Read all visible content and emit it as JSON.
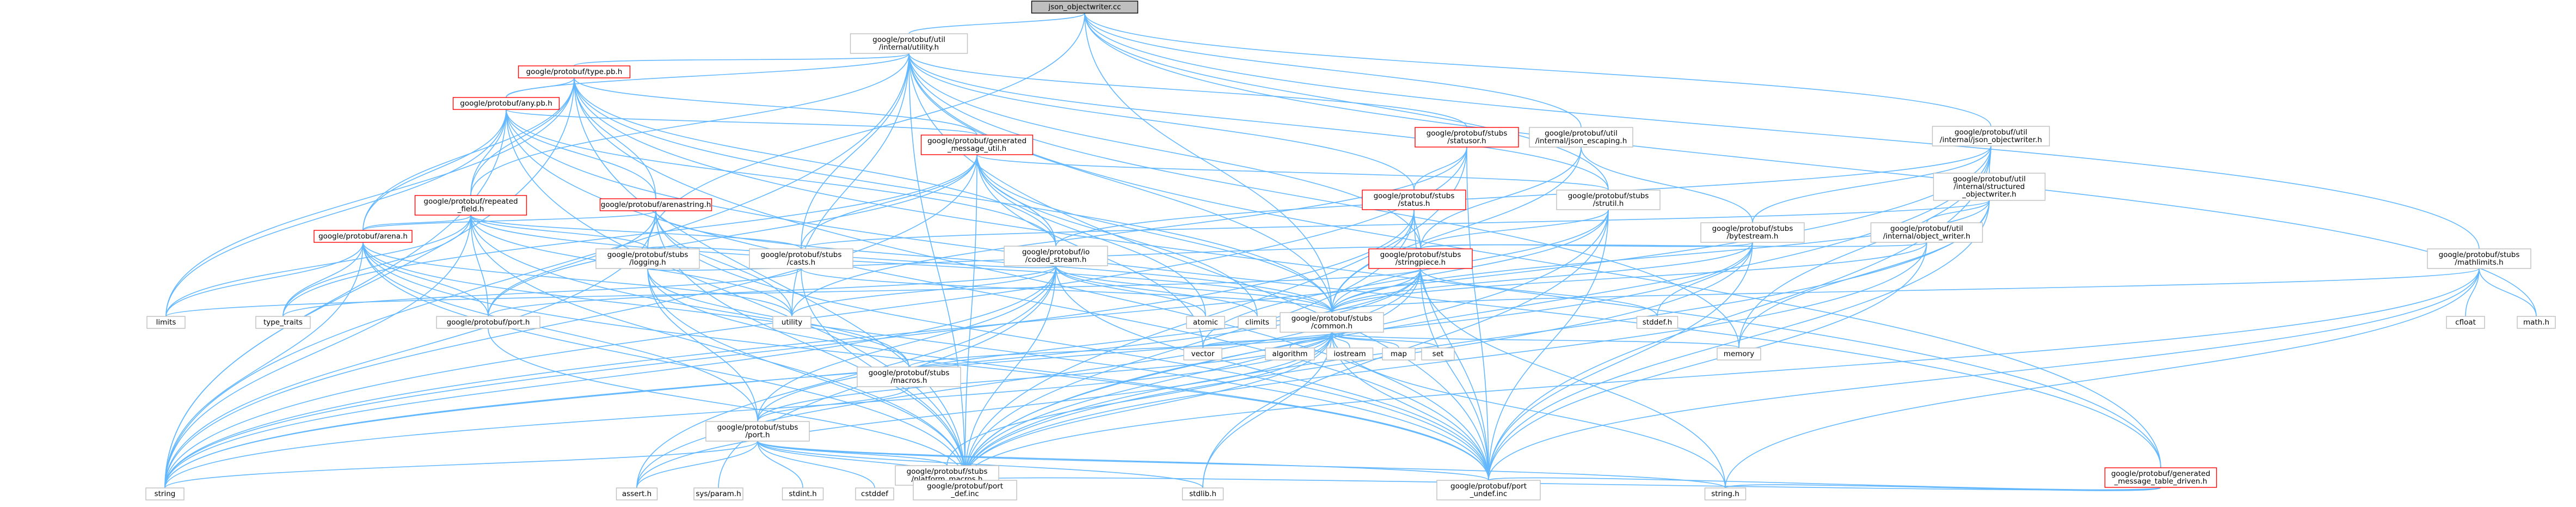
{
  "graph": {
    "nodes": [
      {
        "id": "root",
        "lines": [
          "json_objectwriter.cc"
        ],
        "style": "root"
      },
      {
        "id": "util_utility",
        "lines": [
          "google/protobuf/util",
          "/internal/utility.h"
        ]
      },
      {
        "id": "type_pb",
        "lines": [
          "google/protobuf/type.pb.h"
        ],
        "style": "red"
      },
      {
        "id": "any_pb",
        "lines": [
          "google/protobuf/any.pb.h"
        ],
        "style": "red"
      },
      {
        "id": "gmu",
        "lines": [
          "google/protobuf/generated",
          "_message_util.h"
        ],
        "style": "red"
      },
      {
        "id": "statusor",
        "lines": [
          "google/protobuf/stubs",
          "/statusor.h"
        ],
        "style": "red"
      },
      {
        "id": "json_escaping",
        "lines": [
          "google/protobuf/util",
          "/internal/json_escaping.h"
        ]
      },
      {
        "id": "json_objectwriter",
        "lines": [
          "google/protobuf/util",
          "/internal/json_objectwriter.h"
        ]
      },
      {
        "id": "structured_ow",
        "lines": [
          "google/protobuf/util",
          "/internal/structured",
          "_objectwriter.h"
        ]
      },
      {
        "id": "object_writer",
        "lines": [
          "google/protobuf/util",
          "/internal/object_writer.h"
        ]
      },
      {
        "id": "repeated_field",
        "lines": [
          "google/protobuf/repeated",
          "_field.h"
        ],
        "style": "red"
      },
      {
        "id": "arenastring",
        "lines": [
          "google/protobuf/arenastring.h"
        ],
        "style": "red"
      },
      {
        "id": "status",
        "lines": [
          "google/protobuf/stubs",
          "/status.h"
        ],
        "style": "red"
      },
      {
        "id": "strutil",
        "lines": [
          "google/protobuf/stubs",
          "/strutil.h"
        ]
      },
      {
        "id": "bytestream",
        "lines": [
          "google/protobuf/stubs",
          "/bytestream.h"
        ]
      },
      {
        "id": "arena",
        "lines": [
          "google/protobuf/arena.h"
        ],
        "style": "red"
      },
      {
        "id": "logging",
        "lines": [
          "google/protobuf/stubs",
          "/logging.h"
        ]
      },
      {
        "id": "casts",
        "lines": [
          "google/protobuf/stubs",
          "/casts.h"
        ]
      },
      {
        "id": "coded_stream",
        "lines": [
          "google/protobuf/io",
          "/coded_stream.h"
        ]
      },
      {
        "id": "stringpiece",
        "lines": [
          "google/protobuf/stubs",
          "/stringpiece.h"
        ],
        "style": "red"
      },
      {
        "id": "mathlimits",
        "lines": [
          "google/protobuf/stubs",
          "/mathlimits.h"
        ]
      },
      {
        "id": "common",
        "lines": [
          "google/protobuf/stubs",
          "/common.h"
        ]
      },
      {
        "id": "macros",
        "lines": [
          "google/protobuf/stubs",
          "/macros.h"
        ]
      },
      {
        "id": "port_h",
        "lines": [
          "google/protobuf/port.h"
        ]
      },
      {
        "id": "stubs_port",
        "lines": [
          "google/protobuf/stubs",
          "/port.h"
        ]
      },
      {
        "id": "platform_macros",
        "lines": [
          "google/protobuf/stubs",
          "/platform_macros.h"
        ]
      },
      {
        "id": "port_def",
        "lines": [
          "google/protobuf/port",
          "_def.inc"
        ]
      },
      {
        "id": "port_undef",
        "lines": [
          "google/protobuf/port",
          "_undef.inc"
        ]
      },
      {
        "id": "gmtd",
        "lines": [
          "google/protobuf/generated",
          "_message_table_driven.h"
        ],
        "style": "red"
      },
      {
        "id": "limits",
        "lines": [
          "limits"
        ]
      },
      {
        "id": "type_traits",
        "lines": [
          "type_traits"
        ]
      },
      {
        "id": "string",
        "lines": [
          "string"
        ]
      },
      {
        "id": "utility",
        "lines": [
          "utility"
        ]
      },
      {
        "id": "atomic",
        "lines": [
          "atomic"
        ]
      },
      {
        "id": "climits",
        "lines": [
          "climits"
        ]
      },
      {
        "id": "vector",
        "lines": [
          "vector"
        ]
      },
      {
        "id": "algorithm",
        "lines": [
          "algorithm"
        ]
      },
      {
        "id": "iostream",
        "lines": [
          "iostream"
        ]
      },
      {
        "id": "map",
        "lines": [
          "map"
        ]
      },
      {
        "id": "set",
        "lines": [
          "set"
        ]
      },
      {
        "id": "memory",
        "lines": [
          "memory"
        ]
      },
      {
        "id": "cstddef_h",
        "lines": [
          "cstddef"
        ]
      },
      {
        "id": "stddef_h",
        "lines": [
          "stddef.h"
        ]
      },
      {
        "id": "cfloat",
        "lines": [
          "cfloat"
        ]
      },
      {
        "id": "math_h",
        "lines": [
          "math.h"
        ]
      },
      {
        "id": "assert_h",
        "lines": [
          "assert.h"
        ]
      },
      {
        "id": "sys_param",
        "lines": [
          "sys/param.h"
        ]
      },
      {
        "id": "stdint_h",
        "lines": [
          "stdint.h"
        ]
      },
      {
        "id": "stdlib_h",
        "lines": [
          "stdlib.h"
        ]
      },
      {
        "id": "string_h",
        "lines": [
          "string.h"
        ]
      }
    ],
    "edges": [
      [
        "root",
        "util_utility"
      ],
      [
        "root",
        "json_escaping"
      ],
      [
        "root",
        "json_objectwriter"
      ],
      [
        "root",
        "strutil"
      ],
      [
        "root",
        "common"
      ],
      [
        "root",
        "mathlimits"
      ],
      [
        "root",
        "math_h"
      ],
      [
        "root",
        "logging"
      ],
      [
        "util_utility",
        "type_pb"
      ],
      [
        "util_utility",
        "any_pb"
      ],
      [
        "util_utility",
        "repeated_field"
      ],
      [
        "util_utility",
        "statusor"
      ],
      [
        "util_utility",
        "status"
      ],
      [
        "util_utility",
        "strutil"
      ],
      [
        "util_utility",
        "stringpiece"
      ],
      [
        "util_utility",
        "common"
      ],
      [
        "util_utility",
        "casts"
      ],
      [
        "util_utility",
        "gmtd"
      ],
      [
        "util_utility",
        "port_def"
      ],
      [
        "util_utility",
        "port_undef"
      ],
      [
        "util_utility",
        "string"
      ],
      [
        "util_utility",
        "utility"
      ],
      [
        "util_utility",
        "memory"
      ],
      [
        "type_pb",
        "any_pb"
      ],
      [
        "type_pb",
        "gmu"
      ],
      [
        "type_pb",
        "repeated_field"
      ],
      [
        "type_pb",
        "arenastring"
      ],
      [
        "type_pb",
        "arena"
      ],
      [
        "type_pb",
        "coded_stream"
      ],
      [
        "type_pb",
        "common"
      ],
      [
        "type_pb",
        "port_def"
      ],
      [
        "type_pb",
        "port_undef"
      ],
      [
        "type_pb",
        "string"
      ],
      [
        "type_pb",
        "limits"
      ],
      [
        "type_pb",
        "gmtd"
      ],
      [
        "any_pb",
        "gmu"
      ],
      [
        "any_pb",
        "repeated_field"
      ],
      [
        "any_pb",
        "arenastring"
      ],
      [
        "any_pb",
        "arena"
      ],
      [
        "any_pb",
        "coded_stream"
      ],
      [
        "any_pb",
        "port_def"
      ],
      [
        "any_pb",
        "port_undef"
      ],
      [
        "any_pb",
        "string"
      ],
      [
        "any_pb",
        "limits"
      ],
      [
        "any_pb",
        "gmtd"
      ],
      [
        "gmu",
        "casts"
      ],
      [
        "gmu",
        "common"
      ],
      [
        "gmu",
        "strutil"
      ],
      [
        "gmu",
        "coded_stream"
      ],
      [
        "gmu",
        "atomic"
      ],
      [
        "gmu",
        "climits"
      ],
      [
        "gmu",
        "string"
      ],
      [
        "gmu",
        "vector"
      ],
      [
        "gmu",
        "port_def"
      ],
      [
        "gmu",
        "type_traits"
      ],
      [
        "gmu",
        "port_h"
      ],
      [
        "statusor",
        "status"
      ],
      [
        "statusor",
        "port_def"
      ],
      [
        "statusor",
        "port_undef"
      ],
      [
        "statusor",
        "string"
      ],
      [
        "statusor",
        "utility"
      ],
      [
        "json_escaping",
        "common"
      ],
      [
        "json_escaping",
        "bytestream"
      ],
      [
        "json_escaping",
        "stringpiece"
      ],
      [
        "json_objectwriter",
        "structured_ow"
      ],
      [
        "json_objectwriter",
        "coded_stream"
      ],
      [
        "json_objectwriter",
        "port_def"
      ],
      [
        "json_objectwriter",
        "port_undef"
      ],
      [
        "json_objectwriter",
        "memory"
      ],
      [
        "json_objectwriter",
        "string"
      ],
      [
        "json_objectwriter",
        "bytestream"
      ],
      [
        "structured_ow",
        "object_writer"
      ],
      [
        "structured_ow",
        "common"
      ],
      [
        "structured_ow",
        "memory"
      ],
      [
        "structured_ow",
        "port_def"
      ],
      [
        "structured_ow",
        "port_undef"
      ],
      [
        "structured_ow",
        "casts"
      ],
      [
        "object_writer",
        "common"
      ],
      [
        "object_writer",
        "stringpiece"
      ],
      [
        "object_writer",
        "port_def"
      ],
      [
        "object_writer",
        "port_undef"
      ],
      [
        "repeated_field",
        "arena"
      ],
      [
        "repeated_field",
        "logging"
      ],
      [
        "repeated_field",
        "common"
      ],
      [
        "repeated_field",
        "port_def"
      ],
      [
        "repeated_field",
        "port_undef"
      ],
      [
        "repeated_field",
        "limits"
      ],
      [
        "repeated_field",
        "string"
      ],
      [
        "repeated_field",
        "type_traits"
      ],
      [
        "repeated_field",
        "utility"
      ],
      [
        "repeated_field",
        "casts"
      ],
      [
        "repeated_field",
        "port_h"
      ],
      [
        "arenastring",
        "arena"
      ],
      [
        "arenastring",
        "logging"
      ],
      [
        "arenastring",
        "common"
      ],
      [
        "arenastring",
        "port_def"
      ],
      [
        "arenastring",
        "port_undef"
      ],
      [
        "arenastring",
        "string"
      ],
      [
        "arenastring",
        "utility"
      ],
      [
        "arenastring",
        "port_h"
      ],
      [
        "status",
        "stringpiece"
      ],
      [
        "status",
        "common"
      ],
      [
        "status",
        "port_def"
      ],
      [
        "status",
        "port_undef"
      ],
      [
        "status",
        "string"
      ],
      [
        "strutil",
        "stringpiece"
      ],
      [
        "strutil",
        "common"
      ],
      [
        "strutil",
        "port_def"
      ],
      [
        "strutil",
        "port_undef"
      ],
      [
        "strutil",
        "vector"
      ],
      [
        "strutil",
        "stdlib_h"
      ],
      [
        "bytestream",
        "stringpiece"
      ],
      [
        "bytestream",
        "common"
      ],
      [
        "bytestream",
        "port_def"
      ],
      [
        "bytestream",
        "port_undef"
      ],
      [
        "bytestream",
        "stddef_h"
      ],
      [
        "bytestream",
        "string"
      ],
      [
        "arena",
        "port_h"
      ],
      [
        "arena",
        "stubs_port"
      ],
      [
        "arena",
        "port_def"
      ],
      [
        "arena",
        "port_undef"
      ],
      [
        "arena",
        "limits"
      ],
      [
        "arena",
        "type_traits"
      ],
      [
        "arena",
        "utility"
      ],
      [
        "arena",
        "string"
      ],
      [
        "arena",
        "macros"
      ],
      [
        "logging",
        "macros"
      ],
      [
        "logging",
        "stubs_port"
      ],
      [
        "logging",
        "port_def"
      ],
      [
        "logging",
        "port_undef"
      ],
      [
        "logging",
        "stringpiece"
      ],
      [
        "casts",
        "common"
      ],
      [
        "casts",
        "port_def"
      ],
      [
        "casts",
        "type_traits"
      ],
      [
        "coded_stream",
        "common"
      ],
      [
        "coded_stream",
        "atomic"
      ],
      [
        "coded_stream",
        "climits"
      ],
      [
        "coded_stream",
        "string"
      ],
      [
        "coded_stream",
        "utility"
      ],
      [
        "coded_stream",
        "port_def"
      ],
      [
        "coded_stream",
        "port_undef"
      ],
      [
        "coded_stream",
        "stubs_port"
      ],
      [
        "coded_stream",
        "assert_h"
      ],
      [
        "coded_stream",
        "logging"
      ],
      [
        "coded_stream",
        "port_h"
      ],
      [
        "coded_stream",
        "sys_param"
      ],
      [
        "stringpiece",
        "common"
      ],
      [
        "stringpiece",
        "port_def"
      ],
      [
        "stringpiece",
        "port_undef"
      ],
      [
        "stringpiece",
        "string_h"
      ],
      [
        "stringpiece",
        "stddef_h"
      ],
      [
        "stringpiece",
        "string"
      ],
      [
        "stringpiece",
        "limits"
      ],
      [
        "stringpiece",
        "assert_h"
      ],
      [
        "stringpiece",
        "stubs_port"
      ],
      [
        "mathlimits",
        "common"
      ],
      [
        "mathlimits",
        "cfloat"
      ],
      [
        "mathlimits",
        "math_h"
      ],
      [
        "mathlimits",
        "string_h"
      ],
      [
        "mathlimits",
        "port_def"
      ],
      [
        "mathlimits",
        "port_undef"
      ],
      [
        "common",
        "macros"
      ],
      [
        "common",
        "stubs_port"
      ],
      [
        "common",
        "platform_macros"
      ],
      [
        "common",
        "port_def"
      ],
      [
        "common",
        "port_undef"
      ],
      [
        "common",
        "algorithm"
      ],
      [
        "common",
        "iostream"
      ],
      [
        "common",
        "map"
      ],
      [
        "common",
        "set"
      ],
      [
        "common",
        "memory"
      ],
      [
        "common",
        "vector"
      ],
      [
        "common",
        "string"
      ],
      [
        "common",
        "string_h"
      ],
      [
        "common",
        "assert_h"
      ],
      [
        "common",
        "stdlib_h"
      ],
      [
        "macros",
        "stubs_port"
      ],
      [
        "port_h",
        "port_def"
      ],
      [
        "stubs_port",
        "port_def"
      ],
      [
        "stubs_port",
        "port_undef"
      ],
      [
        "stubs_port",
        "string"
      ],
      [
        "stubs_port",
        "assert_h"
      ],
      [
        "stubs_port",
        "stdlib_h"
      ],
      [
        "stubs_port",
        "cstddef_h"
      ],
      [
        "stubs_port",
        "string_h"
      ],
      [
        "stubs_port",
        "stdint_h"
      ],
      [
        "stubs_port",
        "platform_macros"
      ],
      [
        "gmtd",
        "port_def"
      ],
      [
        "gmtd",
        "port_undef"
      ],
      [
        "gmtd",
        "string_h"
      ]
    ]
  }
}
